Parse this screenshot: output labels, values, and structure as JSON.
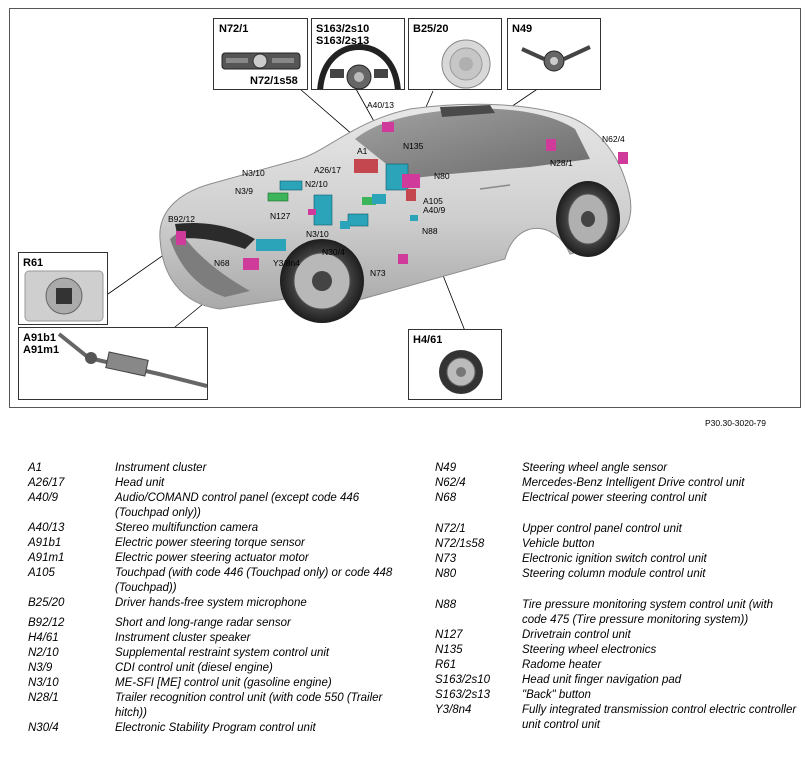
{
  "figure_code": "P30.30-3020-79",
  "insets": {
    "n72_1": {
      "title": "N72/1",
      "sub": "N72/1s58"
    },
    "s163": {
      "title1": "S163/2s10",
      "title2": "S163/2s13"
    },
    "b25_20": {
      "title": "B25/20"
    },
    "n49": {
      "title": "N49"
    },
    "r61": {
      "title": "R61"
    },
    "a91": {
      "title1": "A91b1",
      "title2": "A91m1"
    },
    "h4_61": {
      "title": "H4/61"
    }
  },
  "callouts": [
    "A40/13",
    "N135",
    "A1",
    "N80",
    "N62/4",
    "N28/1",
    "N3/10",
    "A26/17",
    "N3/9",
    "N2/10",
    "A105",
    "A40/9",
    "B92/12",
    "N127",
    "N88",
    "N3/10",
    "N30/4",
    "N68",
    "Y3/8n4",
    "N73"
  ],
  "legend_left": [
    {
      "code": "A1",
      "desc": "Instrument cluster"
    },
    {
      "code": "A26/17",
      "desc": "Head unit"
    },
    {
      "code": "A40/9",
      "desc": "Audio/COMAND control panel (except code 446 (Touchpad only))"
    },
    {
      "code": "A40/13",
      "desc": "Stereo multifunction camera"
    },
    {
      "code": "A91b1",
      "desc": "Electric power steering torque sensor"
    },
    {
      "code": "A91m1",
      "desc": "Electric power steering actuator motor"
    },
    {
      "code": "A105",
      "desc": "Touchpad (with code 446 (Touchpad only) or code 448 (Touchpad))"
    },
    {
      "code": "B25/20",
      "desc": "Driver hands-free system microphone"
    },
    {
      "code": "B92/12",
      "desc": "Short and long-range radar sensor"
    },
    {
      "code": "H4/61",
      "desc": "Instrument cluster speaker"
    },
    {
      "code": "N2/10",
      "desc": "Supplemental restraint system control unit"
    },
    {
      "code": "N3/9",
      "desc": "CDI control unit (diesel engine)"
    },
    {
      "code": "N3/10",
      "desc": "ME-SFI [ME] control unit (gasoline engine)"
    },
    {
      "code": "N28/1",
      "desc": "Trailer recognition control unit (with code 550 (Trailer hitch))"
    },
    {
      "code": "N30/4",
      "desc": "Electronic Stability Program control unit"
    }
  ],
  "legend_right": [
    {
      "code": "N49",
      "desc": "Steering wheel angle sensor"
    },
    {
      "code": "N62/4",
      "desc": "Mercedes-Benz Intelligent Drive control unit"
    },
    {
      "code": "N68",
      "desc": "Electrical power steering control unit"
    },
    {
      "code": "N72/1",
      "desc": "Upper control panel control unit"
    },
    {
      "code": "N72/1s58",
      "desc": "Vehicle button"
    },
    {
      "code": "N73",
      "desc": "Electronic ignition switch control unit"
    },
    {
      "code": "N80",
      "desc": "Steering column module control unit"
    },
    {
      "code": "N88",
      "desc": "Tire pressure monitoring system control unit (with code 475 (Tire pressure monitoring system))"
    },
    {
      "code": "N127",
      "desc": "Drivetrain control unit"
    },
    {
      "code": "N135",
      "desc": "Steering wheel electronics"
    },
    {
      "code": "R61",
      "desc": "Radome heater"
    },
    {
      "code": "S163/2s10",
      "desc": "Head unit finger navigation pad"
    },
    {
      "code": "S163/2s13",
      "desc": "\"Back\" button"
    },
    {
      "code": "Y3/8n4",
      "desc": "Fully integrated transmission control electric controller unit control unit"
    }
  ]
}
